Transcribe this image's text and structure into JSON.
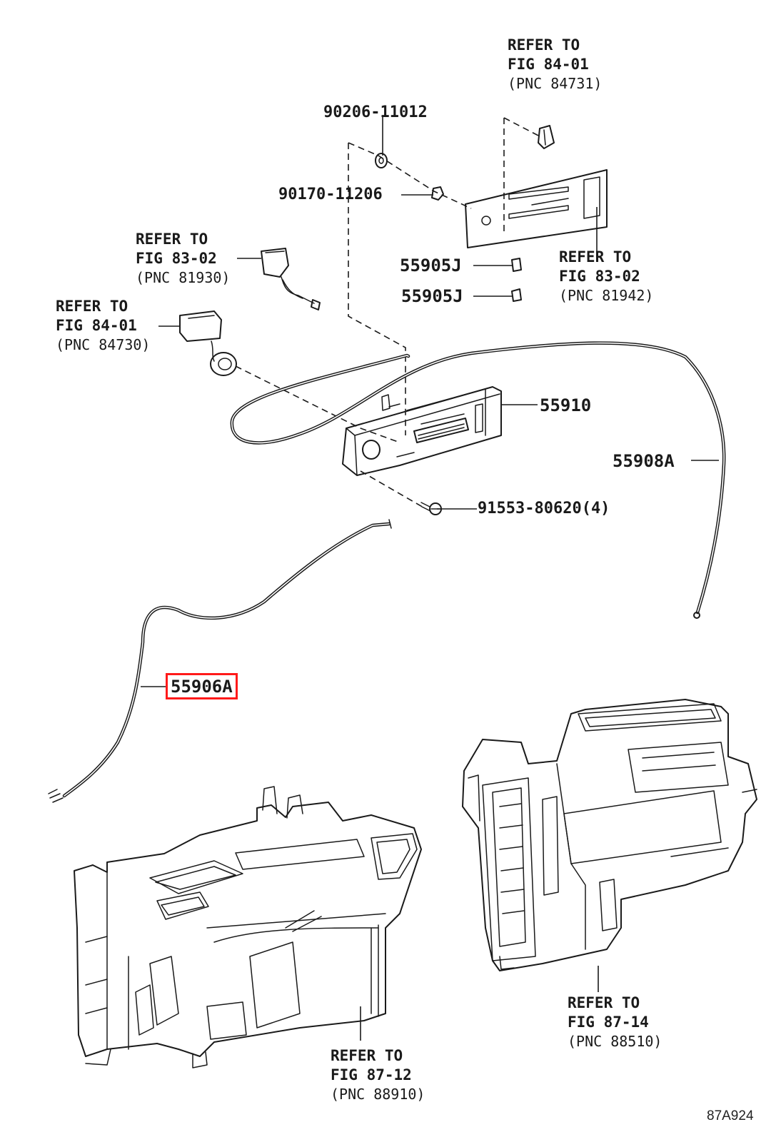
{
  "accent_color": "#ff1a1a",
  "highlighted_part": "55906A",
  "parts": {
    "p90206": "90206-11012",
    "p90170": "90170-11206",
    "p55905J_a": "55905J",
    "p55905J_b": "55905J",
    "p55910": "55910",
    "p55908A": "55908A",
    "p91553": "91553-80620(4)",
    "p55906A": "55906A"
  },
  "refs": {
    "ref_84_01_top": {
      "line1": "REFER TO",
      "line2": "FIG 84-01",
      "line3": "(PNC 84731)"
    },
    "ref_83_02_left": {
      "line1": "REFER TO",
      "line2": "FIG 83-02",
      "line3": "(PNC 81930)"
    },
    "ref_84_01_left": {
      "line1": "REFER TO",
      "line2": "FIG 84-01",
      "line3": "(PNC 84730)"
    },
    "ref_83_02_right": {
      "line1": "REFER TO",
      "line2": "FIG 83-02",
      "line3": "(PNC 81942)"
    },
    "ref_87_14": {
      "line1": "REFER TO",
      "line2": "FIG 87-14",
      "line3": "(PNC 88510)"
    },
    "ref_87_12": {
      "line1": "REFER TO",
      "line2": "FIG 87-12",
      "line3": "(PNC 88910)"
    }
  },
  "figure_code": "87A924"
}
